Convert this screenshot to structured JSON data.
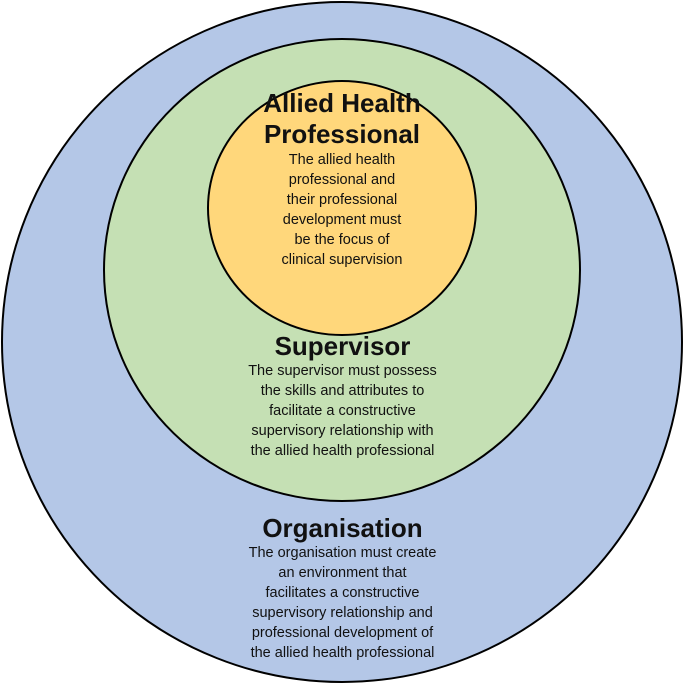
{
  "colors": {
    "outer_fill": "#b4c7e7",
    "middle_fill": "#c5e0b4",
    "inner_fill": "#ffd77b",
    "outline": "#000000"
  },
  "allied_health": {
    "title_line1": "Allied Health",
    "title_line2": "Professional",
    "description": [
      "The allied health",
      "professional and",
      "their professional",
      "development must",
      "be the focus of",
      "clinical supervision"
    ]
  },
  "supervisor": {
    "title": "Supervisor",
    "description": [
      "The supervisor must possess",
      "the skills and attributes to",
      "facilitate a constructive",
      "supervisory relationship with",
      "the allied health professional"
    ]
  },
  "organisation": {
    "title": "Organisation",
    "description": [
      "The organisation must create",
      "an environment that",
      "facilitates a constructive",
      "supervisory relationship and",
      "professional development of",
      "the allied health professional"
    ]
  }
}
